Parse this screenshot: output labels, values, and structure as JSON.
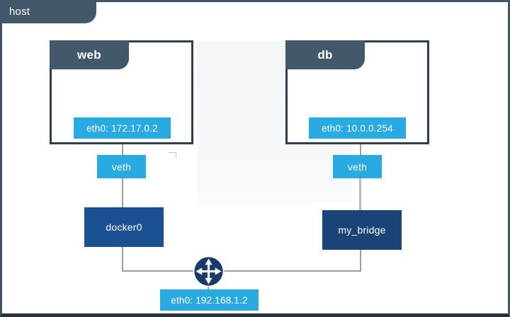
{
  "host": {
    "label": "host",
    "interface_label": "eth0: 192.168.1.2"
  },
  "containers": [
    {
      "name": "web",
      "interface": "eth0: 172.17.0.2",
      "veth": "veth",
      "bridge": "docker0"
    },
    {
      "name": "db",
      "interface": "eth0: 10.0.0.254",
      "veth": "veth",
      "bridge": "my_bridge"
    }
  ],
  "icons": {
    "router": "four-way-arrows-icon"
  },
  "colors": {
    "tab_slate": "#44586C",
    "container_border": "#2C3E50",
    "accent_blue": "#29ABE2",
    "bridge_navy": "#1B5092",
    "bridge_navy_dark": "#1A4478",
    "router_navy": "#1A3A6B",
    "connector_gray": "#9E9E9E"
  }
}
